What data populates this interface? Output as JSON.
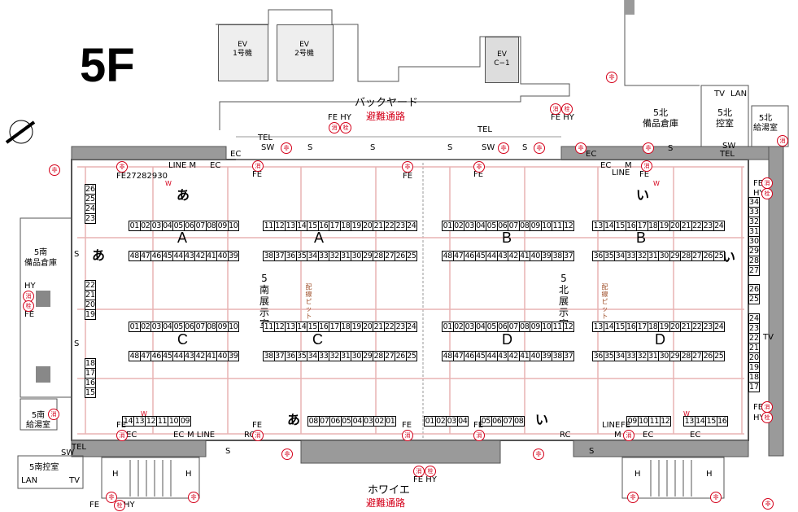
{
  "floor": "5F",
  "ev": {
    "ev1": "EV\n1号機",
    "ev2": "EV\n2号機",
    "evc": "EV\nC−1"
  },
  "backyard": {
    "name": "バックヤード",
    "route": "避難通路"
  },
  "foyer": {
    "name": "ホワイエ",
    "route": "避難通路"
  },
  "rooms": {
    "s_storage": "5南\n備品倉庫",
    "n_storage": "5北\n備品倉庫",
    "n_control": "5北\n控室",
    "n_kitchen": "5北\n給湯室",
    "s_kitchen": "5南\n給湯室",
    "s_control": "5南控室",
    "s_hall": "5南展示室",
    "n_hall": "5北展示室",
    "pit": "配線ピット"
  },
  "zones": {
    "A": "A",
    "B": "B",
    "C": "C",
    "D": "D"
  },
  "kana": {
    "a": "あ",
    "i": "い"
  },
  "labels": {
    "FE": "FE",
    "HY": "HY",
    "FEHY": "FE HY",
    "TEL": "TEL",
    "SW": "SW",
    "S": "S",
    "EC": "EC",
    "M": "M",
    "LINE": "LINE",
    "RC": "RC",
    "H": "H",
    "W": "W",
    "LAN": "LAN",
    "TV": "TV",
    "hi": "非",
    "sho": "消",
    "sen": "栓",
    "line_m": "LINE M",
    "m_line": "M LINE",
    "fe_top": "FE27282930"
  },
  "booths": {
    "A_top": [
      "01",
      "02",
      "03",
      "04",
      "05",
      "06",
      "07",
      "08",
      "09",
      "10"
    ],
    "A_bot": [
      "48",
      "47",
      "46",
      "45",
      "44",
      "43",
      "42",
      "41",
      "40",
      "39"
    ],
    "A2_top": [
      "11",
      "12",
      "13",
      "14",
      "15",
      "16",
      "17",
      "18",
      "19",
      "20",
      "21",
      "22",
      "23",
      "24"
    ],
    "A2_bot": [
      "38",
      "37",
      "36",
      "35",
      "34",
      "33",
      "32",
      "31",
      "30",
      "29",
      "28",
      "27",
      "26",
      "25"
    ],
    "B_top": [
      "01",
      "02",
      "03",
      "04",
      "05",
      "06",
      "07",
      "08",
      "09",
      "10",
      "11",
      "12"
    ],
    "B_bot": [
      "48",
      "47",
      "46",
      "45",
      "44",
      "43",
      "42",
      "41",
      "40",
      "39",
      "38",
      "37"
    ],
    "B2_top": [
      "13",
      "14",
      "15",
      "16",
      "17",
      "18",
      "19",
      "20",
      "21",
      "22",
      "23",
      "24"
    ],
    "B2_bot": [
      "36",
      "35",
      "34",
      "33",
      "32",
      "31",
      "30",
      "29",
      "28",
      "27",
      "26",
      "25"
    ],
    "C_top": [
      "01",
      "02",
      "03",
      "04",
      "05",
      "06",
      "07",
      "08",
      "09",
      "10"
    ],
    "C_bot": [
      "48",
      "47",
      "46",
      "45",
      "44",
      "43",
      "42",
      "41",
      "40",
      "39"
    ],
    "C2_top": [
      "11",
      "12",
      "13",
      "14",
      "15",
      "16",
      "17",
      "18",
      "19",
      "20",
      "21",
      "22",
      "23",
      "24"
    ],
    "C2_bot": [
      "38",
      "37",
      "36",
      "35",
      "34",
      "33",
      "32",
      "31",
      "30",
      "29",
      "28",
      "27",
      "26",
      "25"
    ],
    "D_top": [
      "01",
      "02",
      "03",
      "04",
      "05",
      "06",
      "07",
      "08",
      "09",
      "10",
      "11",
      "12"
    ],
    "D_bot": [
      "48",
      "47",
      "46",
      "45",
      "44",
      "43",
      "42",
      "41",
      "40",
      "39",
      "38",
      "37"
    ],
    "D2_top": [
      "13",
      "14",
      "15",
      "16",
      "17",
      "18",
      "19",
      "20",
      "21",
      "22",
      "23",
      "24"
    ],
    "D2_bot": [
      "36",
      "35",
      "34",
      "33",
      "32",
      "31",
      "30",
      "29",
      "28",
      "27",
      "26",
      "25"
    ],
    "west_top": [
      "26",
      "25",
      "24",
      "23"
    ],
    "west_mid": [
      "22",
      "21",
      "20",
      "19"
    ],
    "west_bot": [
      "18",
      "17",
      "16",
      "15"
    ],
    "south_a1": [
      "14",
      "13",
      "12",
      "11",
      "10",
      "09"
    ],
    "south_a2": [
      "08",
      "07",
      "06",
      "05",
      "04",
      "03",
      "02",
      "01"
    ],
    "south_i1": [
      "01",
      "02",
      "03",
      "04"
    ],
    "south_i2": [
      "05",
      "06",
      "07",
      "08"
    ],
    "south_i3": [
      "09",
      "10",
      "11",
      "12"
    ],
    "south_i4": [
      "13",
      "14",
      "15",
      "16"
    ],
    "east_top": [
      "34",
      "33",
      "32",
      "31",
      "30",
      "29",
      "28",
      "27"
    ],
    "east_mid": [
      "26",
      "25"
    ],
    "east_bot": [
      "24",
      "23",
      "22",
      "21",
      "20",
      "19",
      "18",
      "17"
    ]
  }
}
